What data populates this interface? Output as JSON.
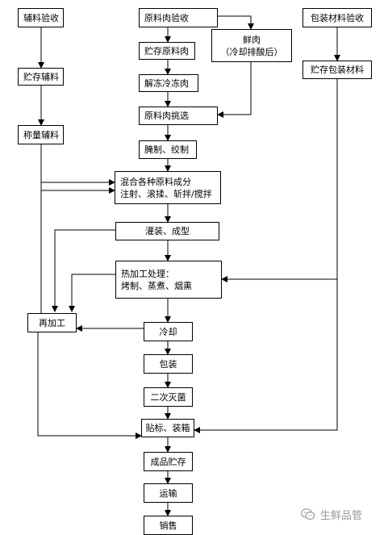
{
  "nodes": {
    "aux_accept": "辅料验收",
    "aux_store": "贮存辅料",
    "aux_weigh": "称量辅料",
    "raw_accept": "原料肉验收",
    "raw_store": "贮存原料肉",
    "thaw": "解冻冷冻肉",
    "raw_select": "原料肉挑选",
    "pickle": "腌制、绞制",
    "mix_line1": "混合各种原料成分",
    "mix_line2": "注射、滚揉、斩拌/搅拌",
    "fill": "灌装、成型",
    "heat_line1": "热加工处理：",
    "heat_line2": "烤制、蒸煮、烟熏",
    "cool": "冷却",
    "pack": "包装",
    "sterilize": "二次灭菌",
    "label": "贴标、装箱",
    "fp_store": "成品贮存",
    "transport": "运输",
    "sales": "销售",
    "fresh_line1": "鲜肉",
    "fresh_line2": "（冷却排酸后）",
    "pkg_accept": "包装材料验收",
    "pkg_store": "贮存包装材料",
    "rework": "再加工"
  },
  "watermark": {
    "text": "生鲜品管",
    "icon": "wechat-icon"
  },
  "colors": {
    "line": "#000000",
    "watermark": "#9a9a9a"
  }
}
